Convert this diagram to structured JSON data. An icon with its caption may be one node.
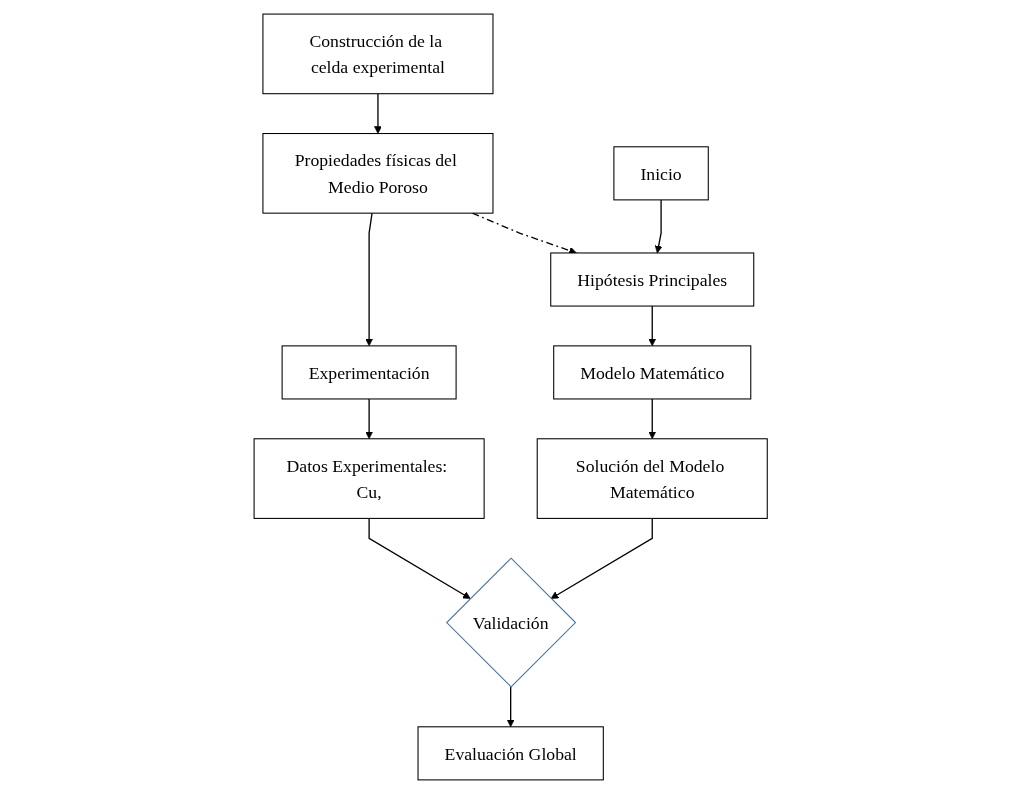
{
  "diagram": {
    "nodes": [
      {
        "text": [
          "Construcción de la celda experimental"
        ]
      },
      {
        "text": [
          "Propiedades físicas del Medio Poroso"
        ]
      },
      {
        "text": [
          "Experimentación"
        ]
      },
      {
        "text": [
          "Datos Experimentales: Cu,"
        ]
      },
      {
        "text": [
          "Inicio"
        ]
      },
      {
        "text": [
          "Hipótesis Principales"
        ]
      },
      {
        "text": [
          "Modelo Matemático"
        ]
      },
      {
        "text": [
          "Solución del Modelo Matemático"
        ]
      },
      {
        "text": [
          "Validación"
        ]
      },
      {
        "text": [
          "Evaluación Global"
        ]
      }
    ],
    "edges": [
      {
        "from": 0,
        "to": 1,
        "arrow": "to"
      },
      {
        "from": 1,
        "to": 2,
        "arrow": "to"
      },
      {
        "from": 2,
        "to": 3,
        "arrow": "to"
      },
      {
        "from": 1,
        "to": 5,
        "arrow": "to",
        "style": "dashed"
      },
      {
        "from": 4,
        "to": 5,
        "arrow": "to"
      },
      {
        "from": 5,
        "to": 6,
        "arrow": "to"
      },
      {
        "from": 6,
        "to": 7,
        "arrow": "to"
      },
      {
        "from": 3,
        "to": 8,
        "arrow": "to"
      },
      {
        "from": 7,
        "to": 8,
        "arrow": "to"
      },
      {
        "from": 8,
        "to": 9,
        "arrow": "to"
      }
    ]
  }
}
